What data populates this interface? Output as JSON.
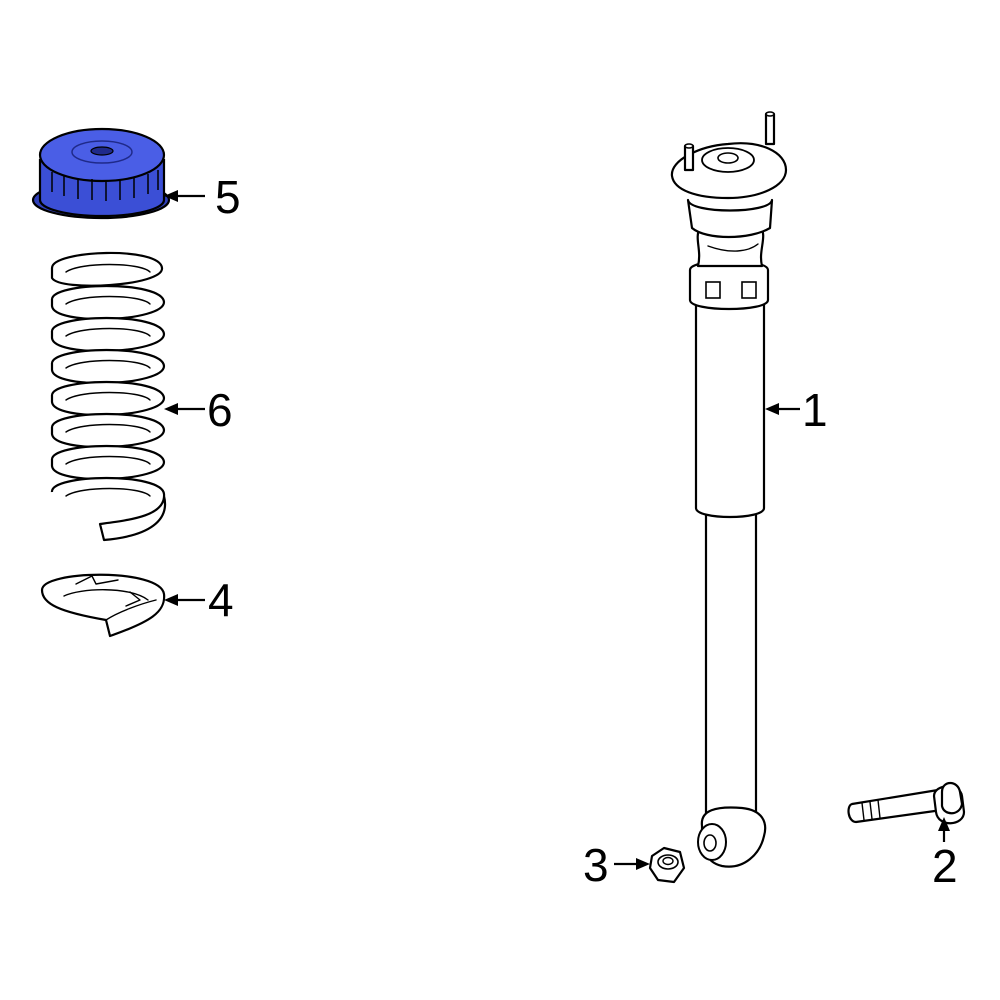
{
  "callouts": {
    "part1": "1",
    "part2": "2",
    "part3": "3",
    "part4": "4",
    "part5": "5",
    "part6": "6"
  },
  "colors": {
    "highlight": "#3b4fd6",
    "highlight_dark": "#1f2a8a",
    "outline": "#000000",
    "background": "#ffffff"
  },
  "highlighted_part": "5"
}
